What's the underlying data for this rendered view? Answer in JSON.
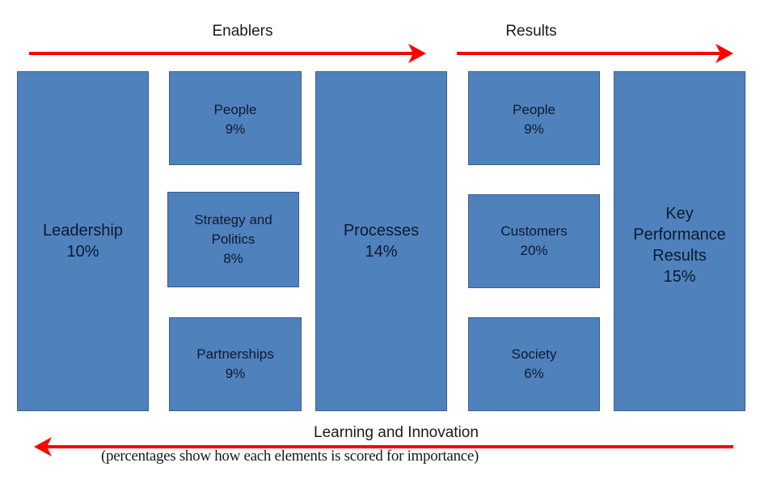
{
  "headers": {
    "enablers": "Enablers",
    "results": "Results"
  },
  "colors": {
    "box_fill": "#4f81bd",
    "box_border": "#3a5f8f",
    "arrow": "#ff0000",
    "text": "#0f1a2c"
  },
  "enablers": {
    "leadership": {
      "name": "Leadership",
      "pct": "10%"
    },
    "people": {
      "name": "People",
      "pct": "9%"
    },
    "strategy": {
      "line1": "Strategy and",
      "line2": "Politics",
      "pct": "8%"
    },
    "partnerships": {
      "name": "Partnerships",
      "pct": "9%"
    },
    "processes": {
      "name": "Processes",
      "pct": "14%"
    }
  },
  "results": {
    "people": {
      "name": "People",
      "pct": "9%"
    },
    "customers": {
      "name": "Customers",
      "pct": "20%"
    },
    "society": {
      "name": "Society",
      "pct": "6%"
    },
    "key_performance": {
      "line1": "Key",
      "line2": "Performance",
      "line3": "Results",
      "pct": "15%"
    }
  },
  "footer": {
    "feedback_label": "Learning and Innovation",
    "note": "(percentages show how each elements is scored for importance)"
  }
}
